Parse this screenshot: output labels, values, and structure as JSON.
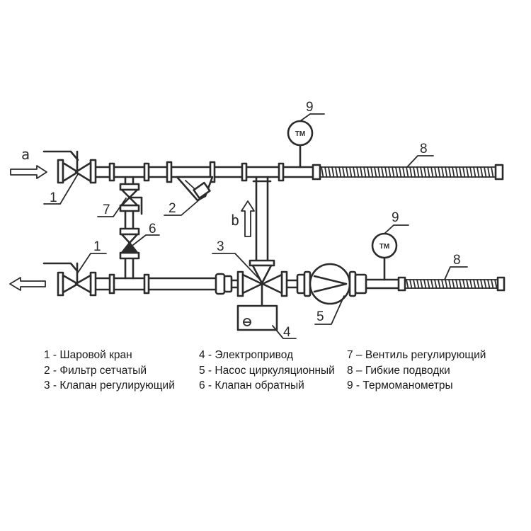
{
  "diagram": {
    "callouts": {
      "ball_valve_supply": "1",
      "ball_valve_return": "1",
      "strainer": "2",
      "control_valve": "3",
      "actuator": "4",
      "pump": "5",
      "check_valve": "6",
      "balancing_valve": "7",
      "flex_hose_supply": "8",
      "flex_hose_return": "8",
      "thermomanometer_supply": "9",
      "thermomanometer_return": "9"
    },
    "flow_labels": {
      "supply": "a",
      "bypass": "b"
    },
    "gauge_label": "ТМ"
  },
  "legend": {
    "col1": [
      "1 - Шаровой кран",
      "2 - Фильтр сетчатый",
      "3 - Клапан регулирующий"
    ],
    "col2": [
      "4 - Электропривод",
      "5 - Насос циркуляционный",
      "6 - Клапан обратный"
    ],
    "col3": [
      "7 – Вентиль регулирующий",
      "8 – Гибкие подводки",
      "9 - Термоманометры"
    ]
  }
}
